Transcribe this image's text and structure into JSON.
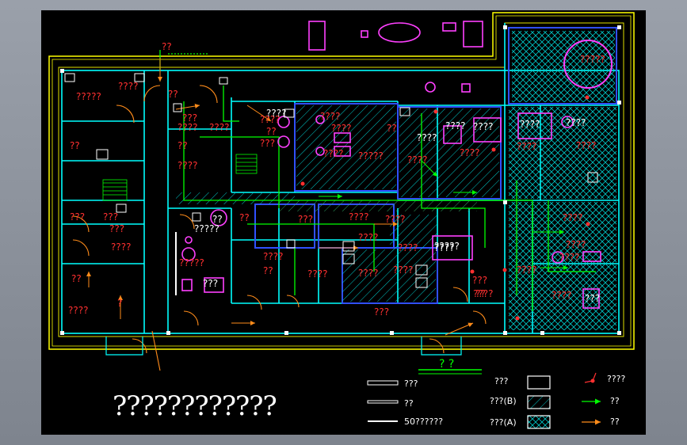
{
  "drawing": {
    "title": "????????????",
    "colors": {
      "background": "#000000",
      "wall": "#00ffff",
      "outer_wall": "#ffff00",
      "door": "#ff8c1a",
      "equipment": "#ff40ff",
      "label": "#ff3030",
      "pipe_green": "#00ff00",
      "hatch_clean": "#00e0e0"
    }
  },
  "room_labels": [
    {
      "id": "r1",
      "text": "??"
    },
    {
      "id": "r2",
      "text": "?????"
    },
    {
      "id": "r3",
      "text": "????"
    },
    {
      "id": "r4",
      "text": "??"
    },
    {
      "id": "r5",
      "text": "???"
    },
    {
      "id": "r6",
      "text": "????"
    },
    {
      "id": "r7",
      "text": "????"
    },
    {
      "id": "r8",
      "text": "??"
    },
    {
      "id": "r9",
      "text": "???"
    },
    {
      "id": "r10",
      "text": "???"
    },
    {
      "id": "r11",
      "text": "??"
    },
    {
      "id": "r12",
      "text": "????"
    },
    {
      "id": "r13",
      "text": "??"
    },
    {
      "id": "r14",
      "text": "????"
    },
    {
      "id": "r15",
      "text": "????"
    },
    {
      "id": "r16",
      "text": "????"
    },
    {
      "id": "r17",
      "text": "??"
    },
    {
      "id": "r18",
      "text": "???"
    },
    {
      "id": "r19",
      "text": "????"
    },
    {
      "id": "r20",
      "text": "????"
    },
    {
      "id": "r21",
      "text": "??"
    },
    {
      "id": "r22",
      "text": "????"
    },
    {
      "id": "r23",
      "text": "?????"
    },
    {
      "id": "r24",
      "text": "????"
    },
    {
      "id": "r25",
      "text": "????"
    },
    {
      "id": "r26",
      "text": "????"
    },
    {
      "id": "r27",
      "text": "????"
    },
    {
      "id": "r28",
      "text": "????"
    },
    {
      "id": "r29",
      "text": "????"
    },
    {
      "id": "r30",
      "text": "???"
    },
    {
      "id": "r31",
      "text": "????"
    },
    {
      "id": "r32",
      "text": "????"
    },
    {
      "id": "r33",
      "text": "????"
    },
    {
      "id": "r34",
      "text": "????"
    },
    {
      "id": "r35",
      "text": "????"
    },
    {
      "id": "r36",
      "text": "????"
    },
    {
      "id": "r37",
      "text": "?????"
    },
    {
      "id": "r38",
      "text": "????"
    },
    {
      "id": "r39",
      "text": "????"
    },
    {
      "id": "r40",
      "text": "????"
    },
    {
      "id": "r41",
      "text": "?????"
    },
    {
      "id": "r42",
      "text": "????"
    },
    {
      "id": "r43",
      "text": "????"
    },
    {
      "id": "r44",
      "text": "??"
    },
    {
      "id": "r45",
      "text": "??"
    },
    {
      "id": "r46",
      "text": "???"
    },
    {
      "id": "r47",
      "text": "???"
    },
    {
      "id": "r48",
      "text": "??"
    },
    {
      "id": "r49",
      "text": "????"
    },
    {
      "id": "r50",
      "text": "???"
    },
    {
      "id": "r51",
      "text": "?"
    }
  ],
  "equipment_labels": [
    {
      "id": "e1",
      "text": "?????"
    },
    {
      "id": "e2",
      "text": "?????"
    },
    {
      "id": "e3",
      "text": "????"
    },
    {
      "id": "e4",
      "text": "??"
    },
    {
      "id": "e5",
      "text": "????"
    },
    {
      "id": "e6",
      "text": "????"
    },
    {
      "id": "e7",
      "text": "????"
    },
    {
      "id": "e8",
      "text": "????"
    },
    {
      "id": "e9",
      "text": "????"
    },
    {
      "id": "e10",
      "text": "????"
    },
    {
      "id": "e11",
      "text": "?????"
    },
    {
      "id": "e12",
      "text": "???"
    },
    {
      "id": "e13",
      "text": "???"
    }
  ],
  "legend": {
    "lines": [
      {
        "text": "???"
      },
      {
        "text": "??"
      },
      {
        "text": "50??????"
      }
    ],
    "areas": [
      {
        "text": "???"
      },
      {
        "text": "???(B)"
      },
      {
        "text": "???(A)"
      }
    ],
    "flows": [
      {
        "text": "????"
      },
      {
        "text": "??"
      },
      {
        "text": "??"
      }
    ],
    "scale_mark": "?   ?"
  }
}
